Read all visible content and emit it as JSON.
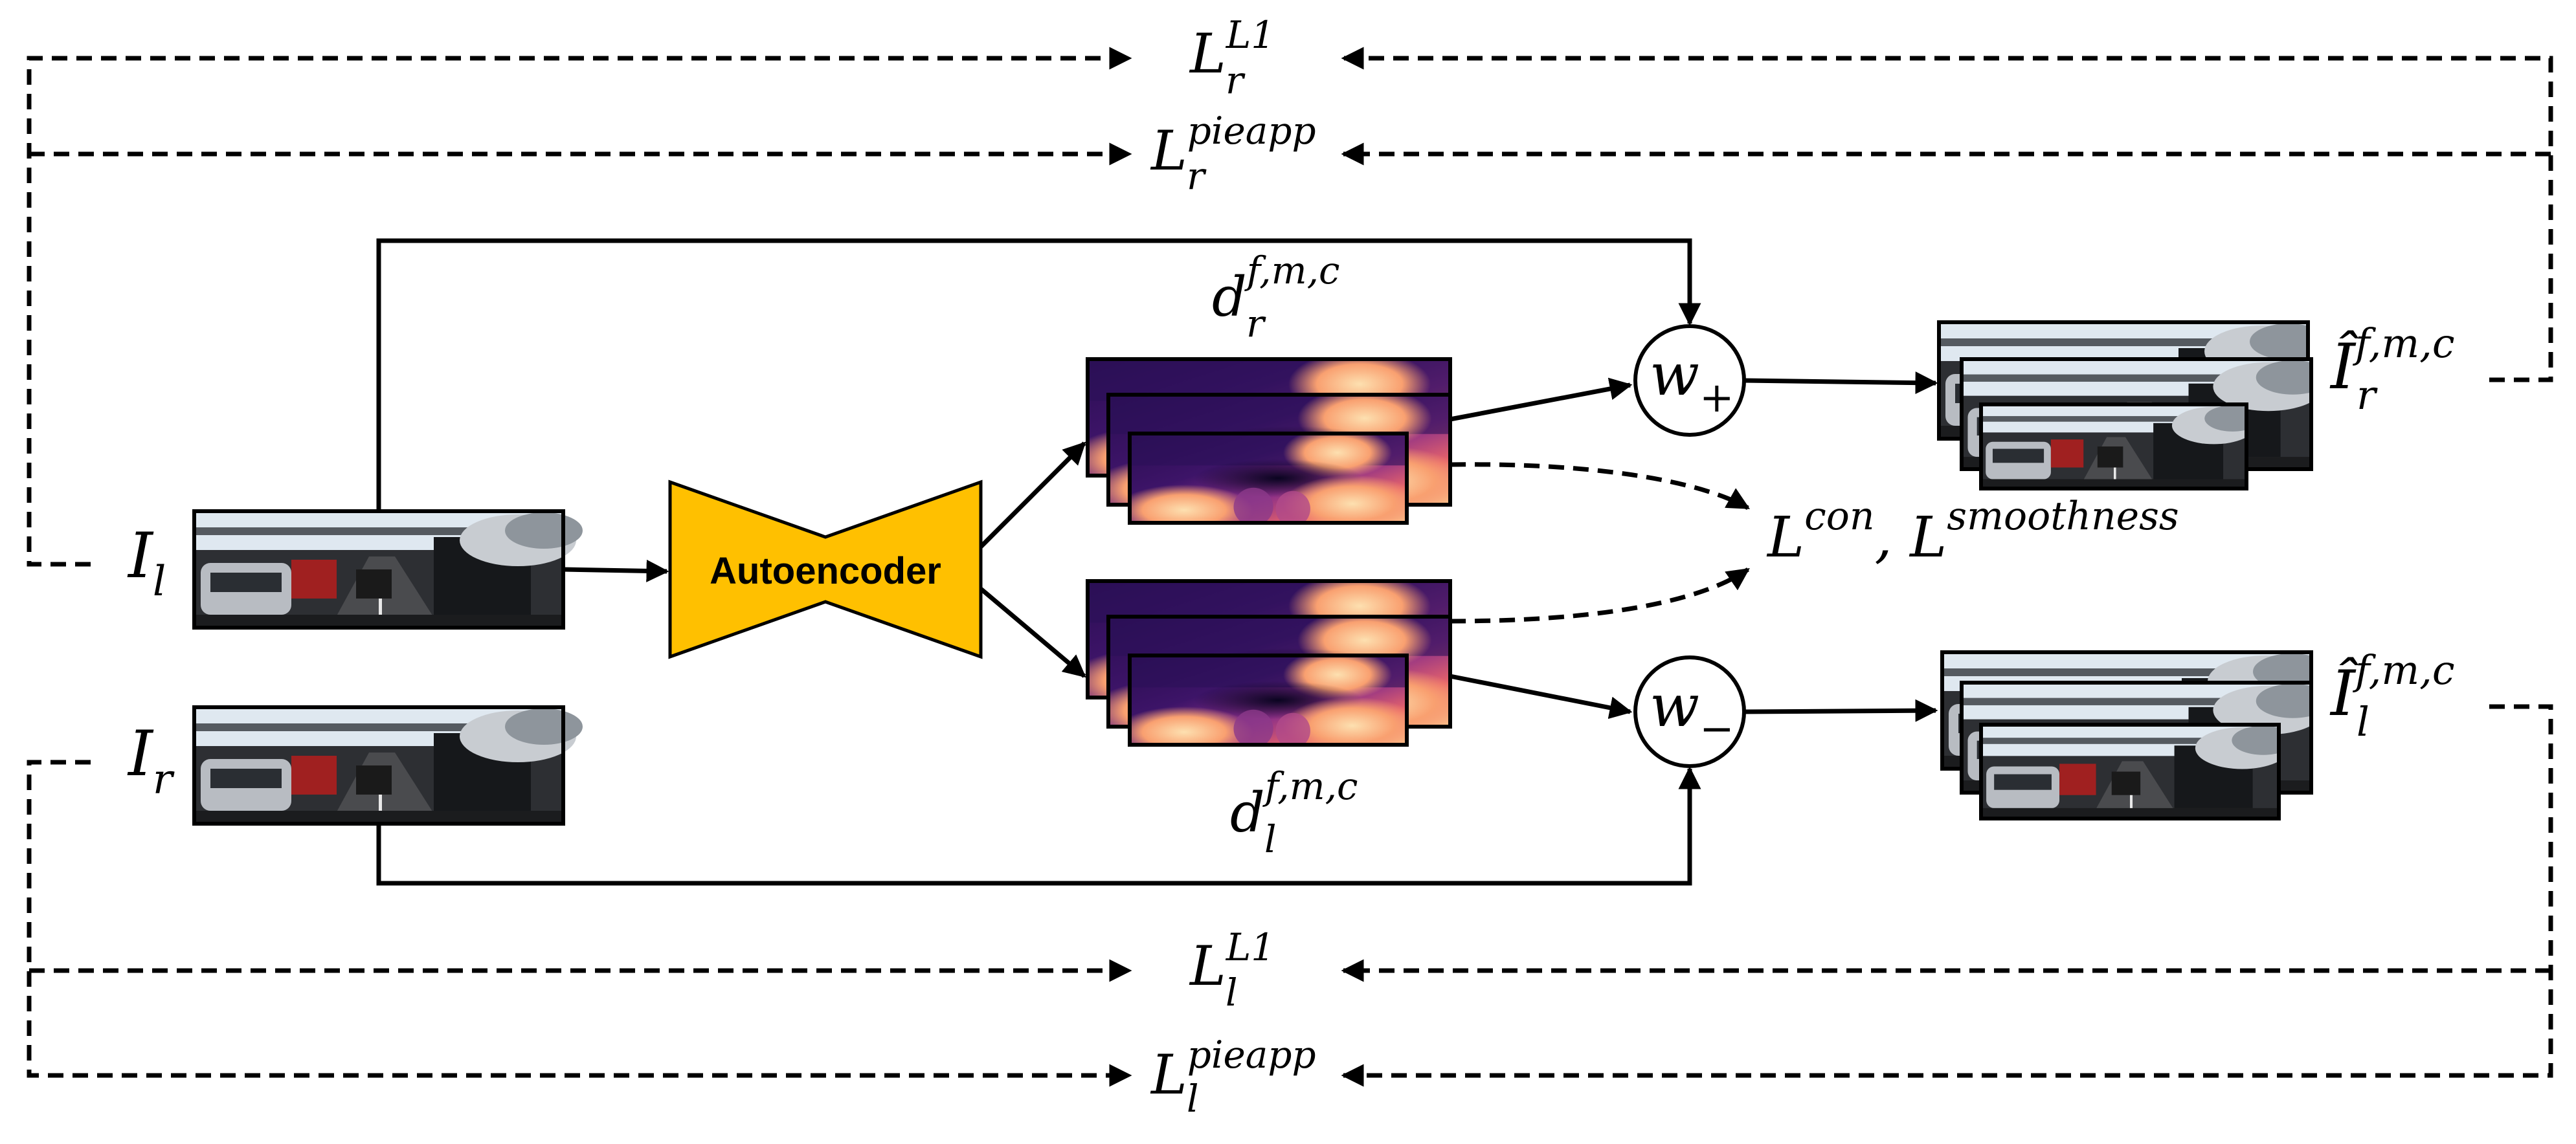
{
  "labels": {
    "L_r_L1": {
      "base": "L",
      "sup": "L1",
      "sub": "r"
    },
    "L_r_pieapp": {
      "base": "L",
      "sup": "pieapp",
      "sub": "r"
    },
    "L_l_L1": {
      "base": "L",
      "sup": "L1",
      "sub": "l"
    },
    "L_l_pieapp": {
      "base": "L",
      "sup": "pieapp",
      "sub": "l"
    },
    "I_l": {
      "base": "I",
      "sub": "l"
    },
    "I_r": {
      "base": "I",
      "sub": "r"
    },
    "d_r": {
      "base": "d",
      "sup": "f,m,c",
      "sub": "r"
    },
    "d_l": {
      "base": "d",
      "sup": "f,m,c",
      "sub": "l"
    },
    "Ihat_r": {
      "base": "Î",
      "sup": "f,m,c",
      "sub": "r"
    },
    "Ihat_l": {
      "base": "Î",
      "sup": "f,m,c",
      "sub": "l"
    },
    "w_plus": {
      "base": "w",
      "sub": "+"
    },
    "w_minus": {
      "base": "w",
      "sub": "−"
    },
    "L_con": {
      "base1": "L",
      "sup1": "con",
      "sep": ", ",
      "base2": "L",
      "sup2": "smoothness"
    }
  },
  "autoencoder_label": "Autoencoder",
  "colors": {
    "autoencoder_fill": "#FFC000",
    "line": "#000000",
    "disparity_dark": "#12092e",
    "disparity_mid": "#7a2a86",
    "disparity_light": "#fcb07a",
    "sky": "#d9e4ee",
    "road": "#3a3a3a"
  }
}
